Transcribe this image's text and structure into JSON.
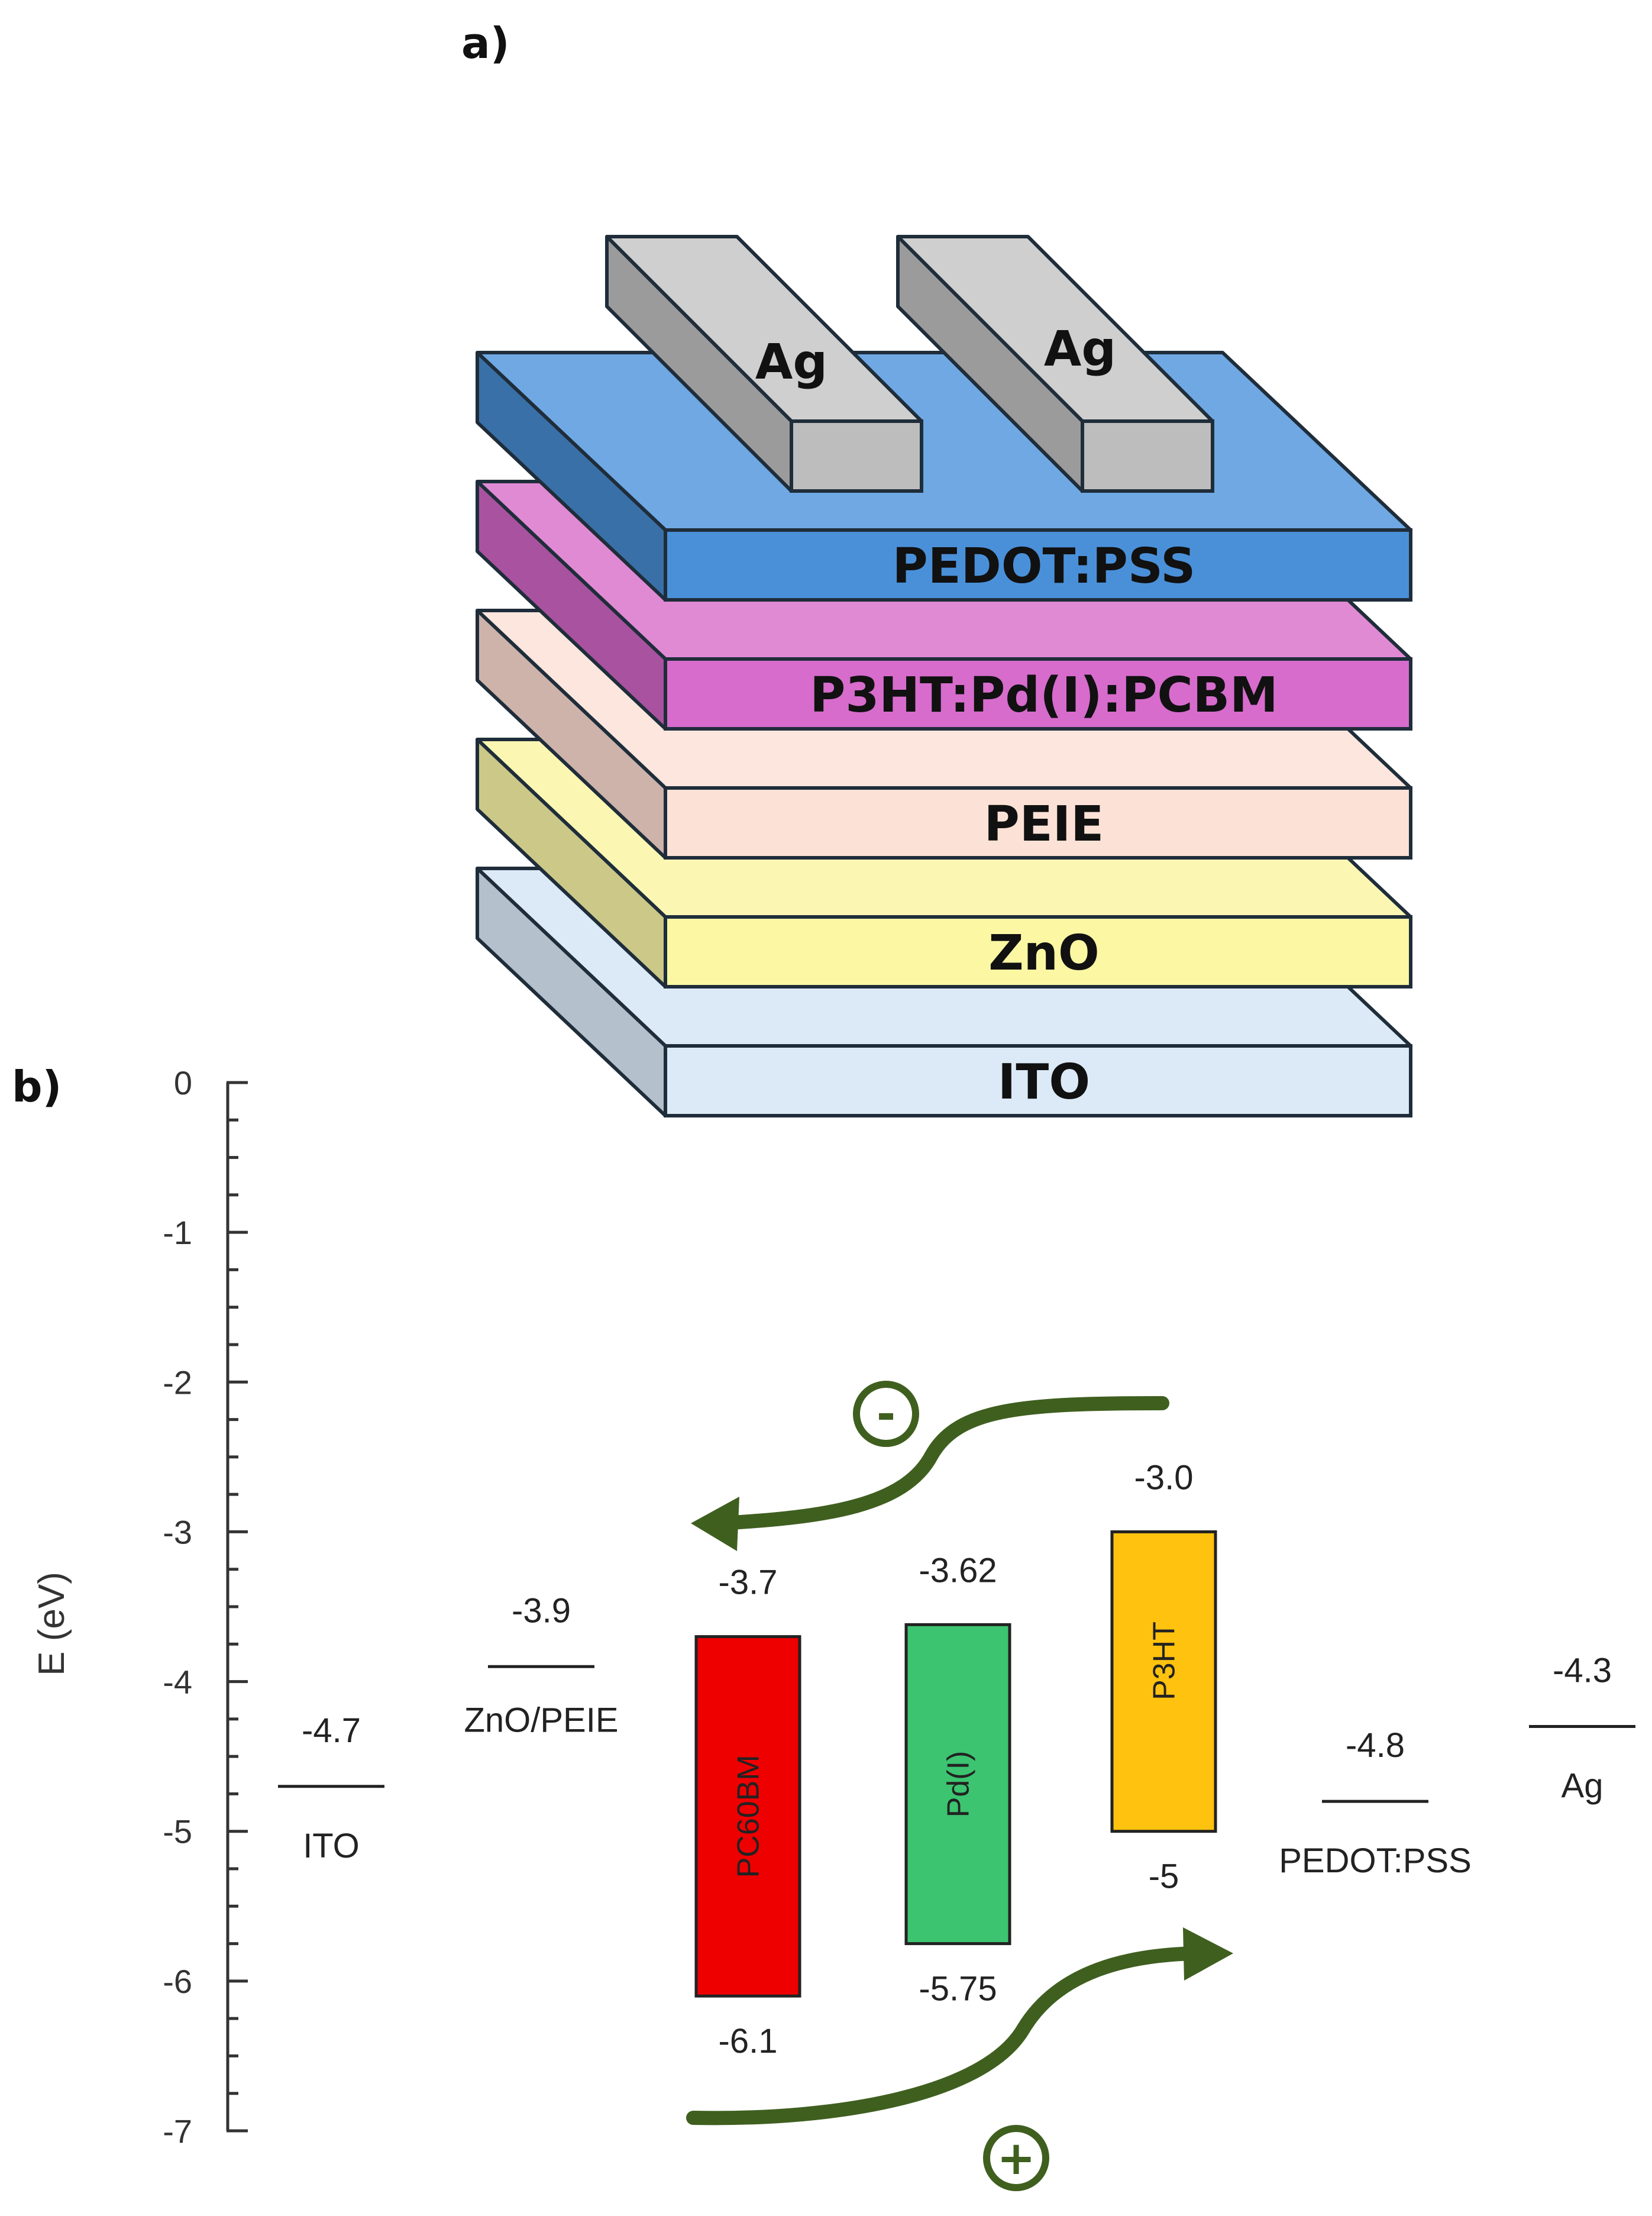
{
  "panel_a": {
    "label": "a)",
    "layers": [
      {
        "name": "ITO",
        "top": "#dce9f7",
        "front": "#dce9f7",
        "side": "#b4c0cc"
      },
      {
        "name": "ZnO",
        "top": "#fbf7b3",
        "front": "#fbf7a3",
        "side": "#ccc888"
      },
      {
        "name": "PEIE",
        "top": "#fce6de",
        "front": "#fce2d6",
        "side": "#cdb3aa"
      },
      {
        "name": "P3HT:Pd(I):PCBM",
        "top": "#e08ad4",
        "front": "#d76ccd",
        "side": "#a9529f"
      },
      {
        "name": "PEDOT:PSS",
        "top": "#6fa8e3",
        "front": "#4a90d9",
        "side": "#3a70a8"
      }
    ],
    "electrodes": [
      {
        "name": "Ag",
        "top": "#cfcfcf",
        "front": "#bdbdbd",
        "side": "#9b9b9b"
      },
      {
        "name": "Ag",
        "top": "#cfcfcf",
        "front": "#bdbdbd",
        "side": "#9b9b9b"
      }
    ]
  },
  "chart_data": {
    "type": "energy-level-diagram",
    "panel_label": "b)",
    "ylabel": "E (eV)",
    "ylim": [
      -7,
      0
    ],
    "yticks": [
      "0",
      "-1",
      "-2",
      "-3",
      "-4",
      "-5",
      "-6",
      "-7"
    ],
    "levels": [
      {
        "name": "ITO",
        "value": -4.7,
        "value_label": "-4.7"
      },
      {
        "name": "ZnO/PEIE",
        "value": -3.9,
        "value_label": "-3.9"
      },
      {
        "name": "PEDOT:PSS",
        "value": -4.8,
        "value_label": "-4.8"
      },
      {
        "name": "Ag",
        "value": -4.3,
        "value_label": "-4.3"
      }
    ],
    "bands": [
      {
        "name": "PC60BM",
        "lumo": -3.7,
        "homo": -6.1,
        "lumo_label": "-3.7",
        "homo_label": "-6.1",
        "color": "#ee0000"
      },
      {
        "name": "Pd(I)",
        "lumo": -3.62,
        "homo": -5.75,
        "lumo_label": "-3.62",
        "homo_label": "-5.75",
        "color": "#3cc470"
      },
      {
        "name": "P3HT",
        "lumo": -3.0,
        "homo": -5.0,
        "lumo_label": "-3.0",
        "homo_label": "-5",
        "color": "#ffc20e"
      }
    ],
    "carriers": [
      {
        "symbol": "-",
        "color": "#3f5f1f"
      },
      {
        "symbol": "+",
        "color": "#3f5f1f"
      }
    ]
  }
}
